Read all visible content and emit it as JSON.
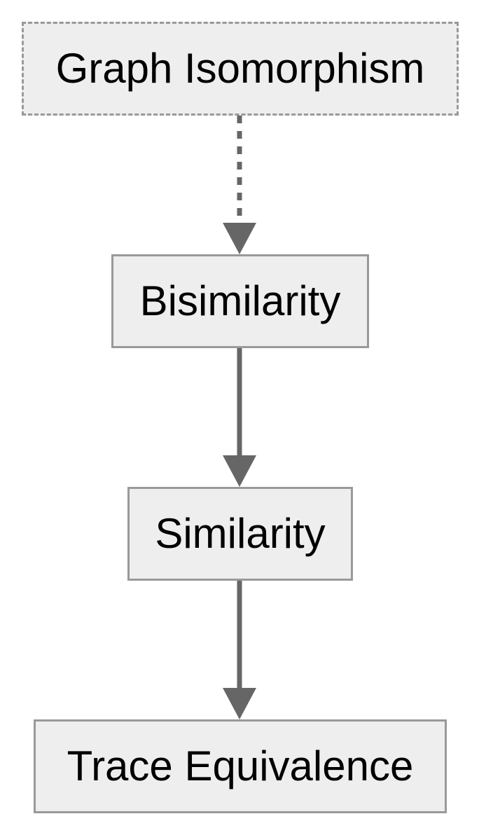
{
  "diagram": {
    "nodes": [
      {
        "id": "graph-isomorphism",
        "label": "Graph Isomorphism",
        "border_style": "dashed"
      },
      {
        "id": "bisimilarity",
        "label": "Bisimilarity",
        "border_style": "solid"
      },
      {
        "id": "similarity",
        "label": "Similarity",
        "border_style": "solid"
      },
      {
        "id": "trace-equivalence",
        "label": "Trace Equivalence",
        "border_style": "solid"
      }
    ],
    "edges": [
      {
        "from": "graph-isomorphism",
        "to": "bisimilarity",
        "style": "dotted"
      },
      {
        "from": "bisimilarity",
        "to": "similarity",
        "style": "solid"
      },
      {
        "from": "similarity",
        "to": "trace-equivalence",
        "style": "solid"
      }
    ],
    "colors": {
      "node_fill": "#eeeeee",
      "node_border": "#999999",
      "edge": "#666666",
      "text": "#000000"
    }
  }
}
